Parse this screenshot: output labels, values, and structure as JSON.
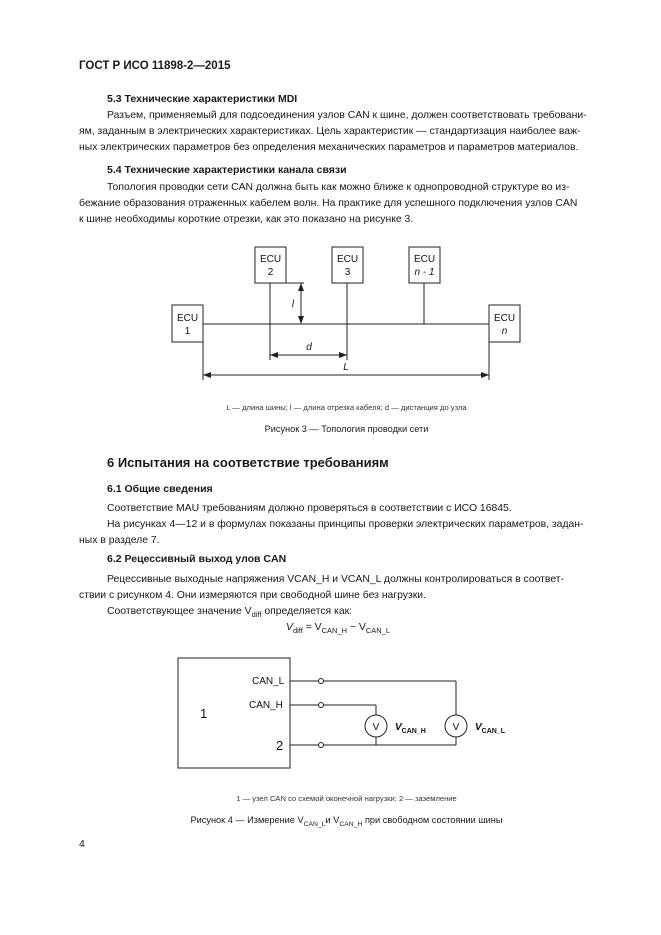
{
  "header": "ГОСТ Р ИСО 11898-2—2015",
  "s53": {
    "title": "5.3 Технические характеристики MDI",
    "l1": "Разъем, применяемый для подсоединения узлов CAN к шине, должен соответствовать требовани-",
    "l2": "ям, заданным в электрических характеристиках. Цель характеристик — стандартизация наиболее важ-",
    "l3": "ных электрических параметров без определения механических параметров и параметров материалов."
  },
  "s54": {
    "title": "5.4 Технические характеристики канала связи",
    "l1": "Топология проводки сети CAN должна быть как можно ближе к однопроводной структуре во из-",
    "l2": "бежание образования отраженных кабелем волн. На практике для успешного подключения узлов CAN",
    "l3": "к шине необходимы короткие отрезки, как это показано на рисунке 3."
  },
  "fig3": {
    "ecu": "ECU",
    "n2": "2",
    "n3": "3",
    "nn1": "n - 1",
    "n1": "1",
    "nn": "n",
    "l": "l",
    "d": "d",
    "L": "L",
    "legend": "L — длина шины; l — длина отрезка кабеля; d — дистанция до узла",
    "caption": "Рисунок 3 — Топология проводки сети"
  },
  "s6": {
    "title": "6 Испытания на соответствие требованиям"
  },
  "s61": {
    "title": "6.1 Общие сведения",
    "l1": "Соответствие MAU требованиям должно проверяться в соответствии с ИСО 16845.",
    "l2": "На рисунках 4—12 и в формулах показаны принципы проверки электрических параметров, задан-",
    "l3": "ных в разделе 7."
  },
  "s62": {
    "title": "6.2 Рецессивный выход улов CAN",
    "l1": "Рецессивные выходные напряжения VCAN_H и VCAN_L должны контролироваться в соответ-",
    "l2": "ствии с рисунком 4. Они измеряются при свободной шине без нагрузки.",
    "l3a": "Соответствующее значение V",
    "l3sub": "diff",
    "l3b": " определяется как:",
    "formula": {
      "v": "V",
      "diff": "diff",
      "eq": " = V",
      "canh": "CAN_H",
      "minus": " − V",
      "canl": "CAN_L"
    }
  },
  "fig4": {
    "canl": "CAN_L",
    "canh": "CAN_H",
    "one": "1",
    "two": "2",
    "v": "V",
    "vcanh": "V",
    "vcanh_sub": "CAN_H",
    "vcanl": "V",
    "vcanl_sub": "CAN_L",
    "legend": "1 — узел CAN со схемой оконечной нагрузки; 2 — заземление",
    "cap_a": "Рисунок 4 — Измерение V",
    "cap_sub1": "CAN_L",
    "cap_b": "и V",
    "cap_sub2": "CAN_H",
    "cap_c": " при свободном состоянии шины"
  },
  "page_number": "4"
}
